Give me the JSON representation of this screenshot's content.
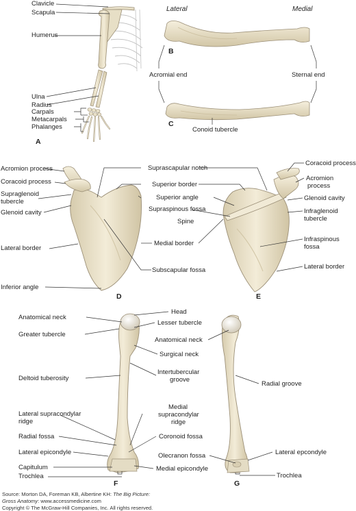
{
  "colors": {
    "bone": "#ece4cd",
    "bone_edge": "#9c9078",
    "bone_shade": "#d4c9ab",
    "leader": "#333333"
  },
  "panel_a": {
    "letter": "A",
    "labels": {
      "clavicle": "Clavicle",
      "scapula": "Scapula",
      "humerus": "Humerus",
      "ulna": "Ulna",
      "radius": "Radius",
      "carpals": "Carpals",
      "metacarpals": "Metacarpals",
      "phalanges": "Phalanges"
    }
  },
  "panel_bc": {
    "lateral": "Lateral",
    "medial": "Medial",
    "letter_b": "B",
    "letter_c": "C",
    "acromial_end": "Acromial end",
    "sternal_end": "Sternal end",
    "conoid_tubercle": "Conoid tubercle"
  },
  "panel_de": {
    "letter_d": "D",
    "letter_e": "E",
    "acromion_process": "Acromion process",
    "coracoid_process": "Coracoid process",
    "supraglenoid_1": "Supraglenoid",
    "supraglenoid_2": "tubercle",
    "glenoid_cavity": "Glenoid cavity",
    "lateral_border": "Lateral border",
    "inferior_angle": "Inferior angle",
    "suprascapular_notch": "Suprascapular notch",
    "superior_border": "Superior border",
    "superior_angle": "Superior angle",
    "supraspinous_fossa": "Supraspinous fossa",
    "spine": "Spine",
    "medial_border": "Medial border",
    "subscapular_fossa": "Subscapular fossa",
    "coracoid_process_e": "Coracoid process",
    "acromion_1": "Acromion",
    "acromion_2": "process",
    "glenoid_cavity_e": "Glenoid cavity",
    "infraglenoid_1": "Infraglenoid",
    "infraglenoid_2": "tubercle",
    "infraspinous_1": "Infraspinous",
    "infraspinous_2": "fossa",
    "lateral_border_e": "Lateral border"
  },
  "panel_fg": {
    "letter_f": "F",
    "letter_g": "G",
    "anatomical_neck": "Anatomical neck",
    "greater_tubercle": "Greater tubercle",
    "deltoid_tuberosity": "Deltoid tuberosity",
    "lat_supracondylar_1": "Lateral supracondylar",
    "lat_supracondylar_2": "ridge",
    "radial_fossa": "Radial fossa",
    "lateral_epicondyle": "Lateral epicondyle",
    "capitulum": "Capitulum",
    "trochlea": "Trochlea",
    "head": "Head",
    "lesser_tubercle": "Lesser tubercle",
    "surgical_neck": "Surgical neck",
    "intertubercular_1": "Intertubercular",
    "intertubercular_2": "groove",
    "medial_supra_1": "Medial",
    "medial_supra_2": "supracondylar",
    "medial_supra_3": "ridge",
    "coronoid_fossa": "Coronoid fossa",
    "medial_epicondyle": "Medial epicondyle",
    "anatomical_neck_g": "Anatomical neck",
    "radial_groove": "Radial groove",
    "olecranon_fossa": "Olecranon fossa",
    "lateral_epcondyle_g": "Lateral epcondyle",
    "trochlea_g": "Trochlea"
  },
  "footer": {
    "source_prefix": "Source: Morton DA, Foreman KB, Albertine KH: ",
    "source_title_1": "The Big Picture:",
    "source_title_2": "Gross Anatomy",
    "source_url": ": www.accessmedicine.com",
    "copyright": "Copyright © The McGraw-Hill Companies, Inc. All rights reserved."
  }
}
